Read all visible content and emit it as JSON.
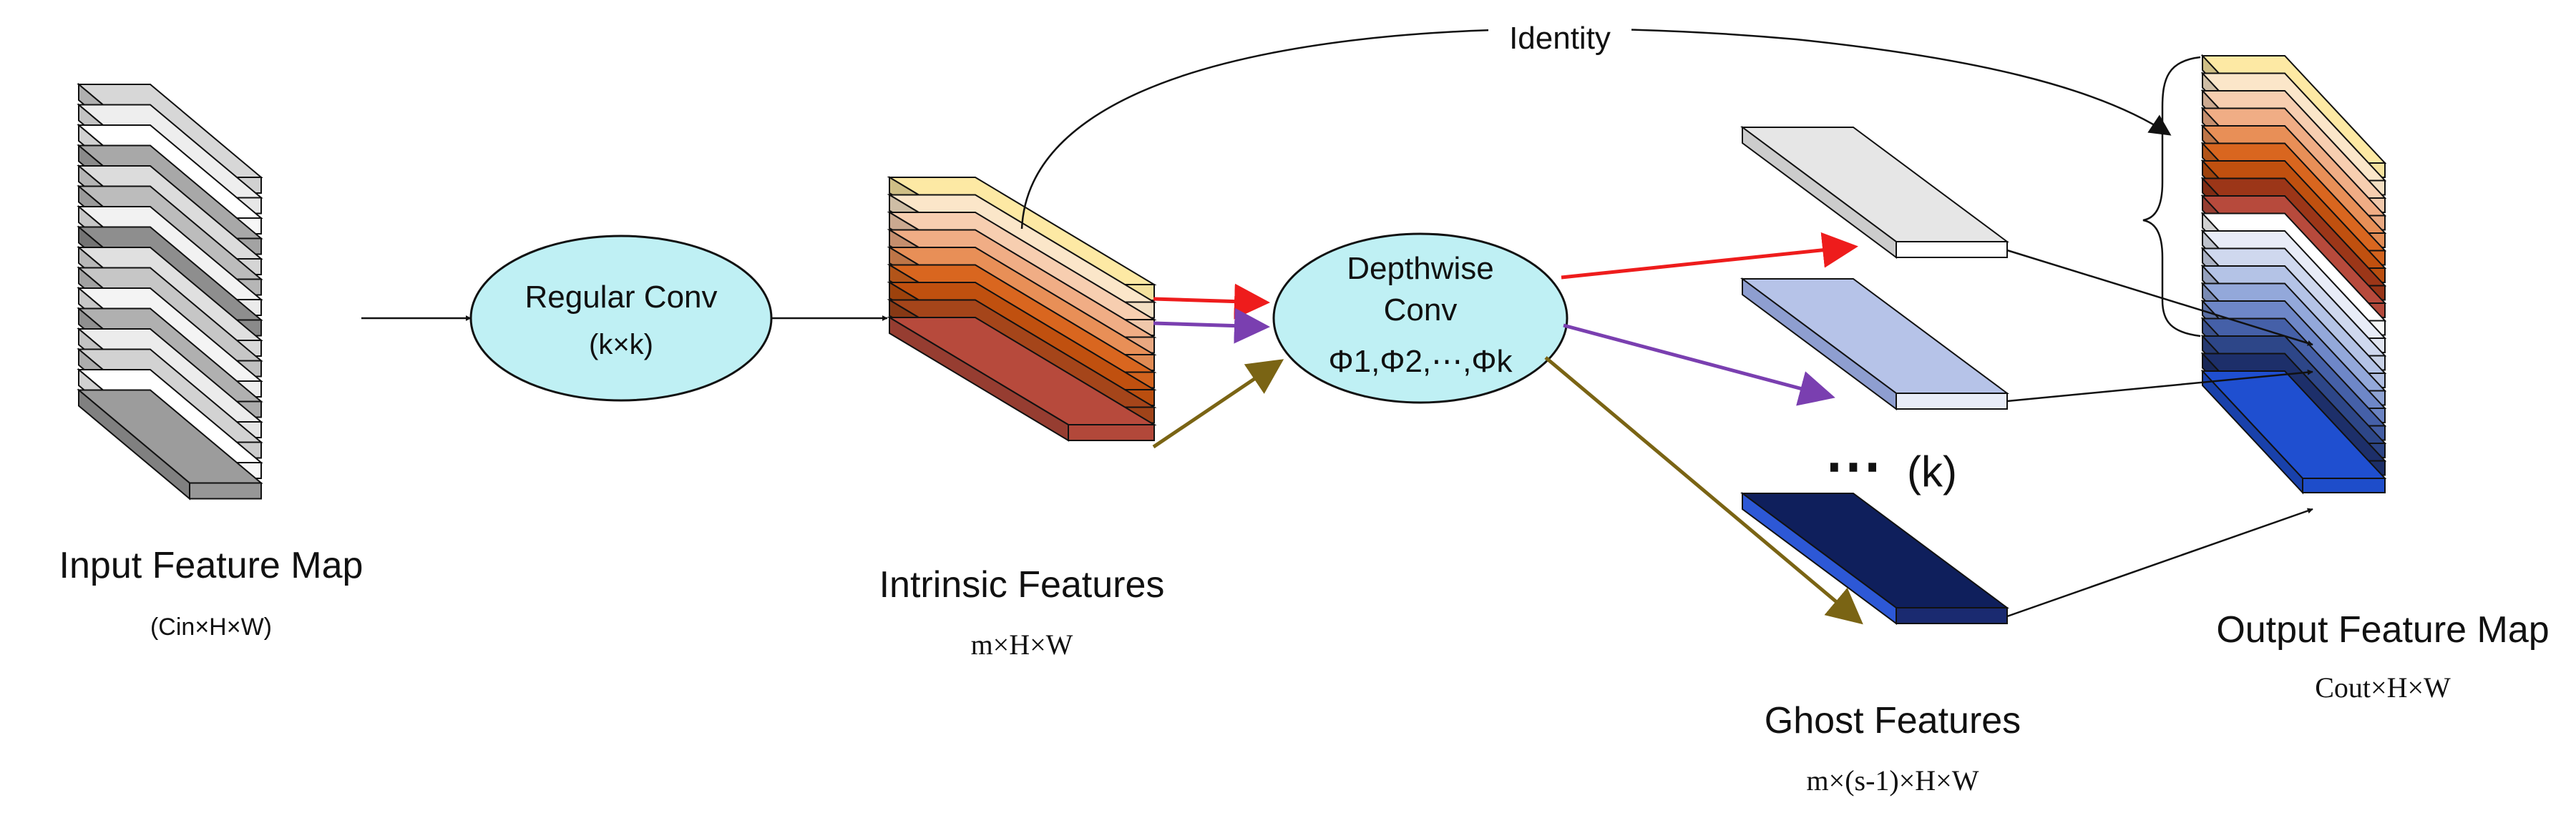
{
  "labels": {
    "identity": "Identity",
    "regular_conv": "Regular Conv",
    "kernel": "(k×k)",
    "depthwise_line1": "Depthwise",
    "depthwise_line2": "Conv",
    "phi": "Φ1,Φ2,⋯,Φk",
    "ellipsis": "⋯",
    "k_count": "(k)",
    "input_title": "Input Feature Map",
    "input_dims": "(Cin×H×W)",
    "intrinsic_title": "Intrinsic Features",
    "intrinsic_dims": "m×H×W",
    "ghost_title": "Ghost Features",
    "ghost_dims": "m×(s-1)×H×W",
    "output_title": "Output Feature Map",
    "output_dims": "Cout×H×W"
  },
  "colors": {
    "red_arrow": "#ee1c1c",
    "purple_arrow": "#7a3fb0",
    "olive_arrow": "#7a6414",
    "ellipse_fill": "#bff0f4",
    "outline": "#111111"
  },
  "stacks": {
    "input": [
      "#d7d7d7",
      "#eeeeee",
      "#ffffff",
      "#a8a8a8",
      "#dcdcdc",
      "#bcbcbc",
      "#f2f2f2",
      "#8e8e8e",
      "#e0e0e0",
      "#c6c6c6",
      "#f4f4f4",
      "#b0b0b0",
      "#ececec",
      "#d2d2d2",
      "#ffffff",
      "#9c9c9c"
    ],
    "intrinsic": [
      "#fde9a4",
      "#fbe6c9",
      "#f7ceb0",
      "#f0ad85",
      "#e88f57",
      "#d9661f",
      "#c0500f",
      "#a5451a",
      "#b74a3c"
    ],
    "output": [
      "#fde9a4",
      "#fbe6c9",
      "#f7ceb0",
      "#f0ad85",
      "#e88f57",
      "#d9661f",
      "#c0500f",
      "#9c3618",
      "#b74a3c",
      "#ffffff",
      "#e8ecf7",
      "#cfd8ee",
      "#b4c3e6",
      "#93a8da",
      "#6e87c8",
      "#4560a8",
      "#2d4688",
      "#1d2f6a",
      "#1f4fd0"
    ]
  },
  "ghost_maps": [
    "#e6e6e6",
    "#b6c3e8",
    "#0f1f5c"
  ]
}
